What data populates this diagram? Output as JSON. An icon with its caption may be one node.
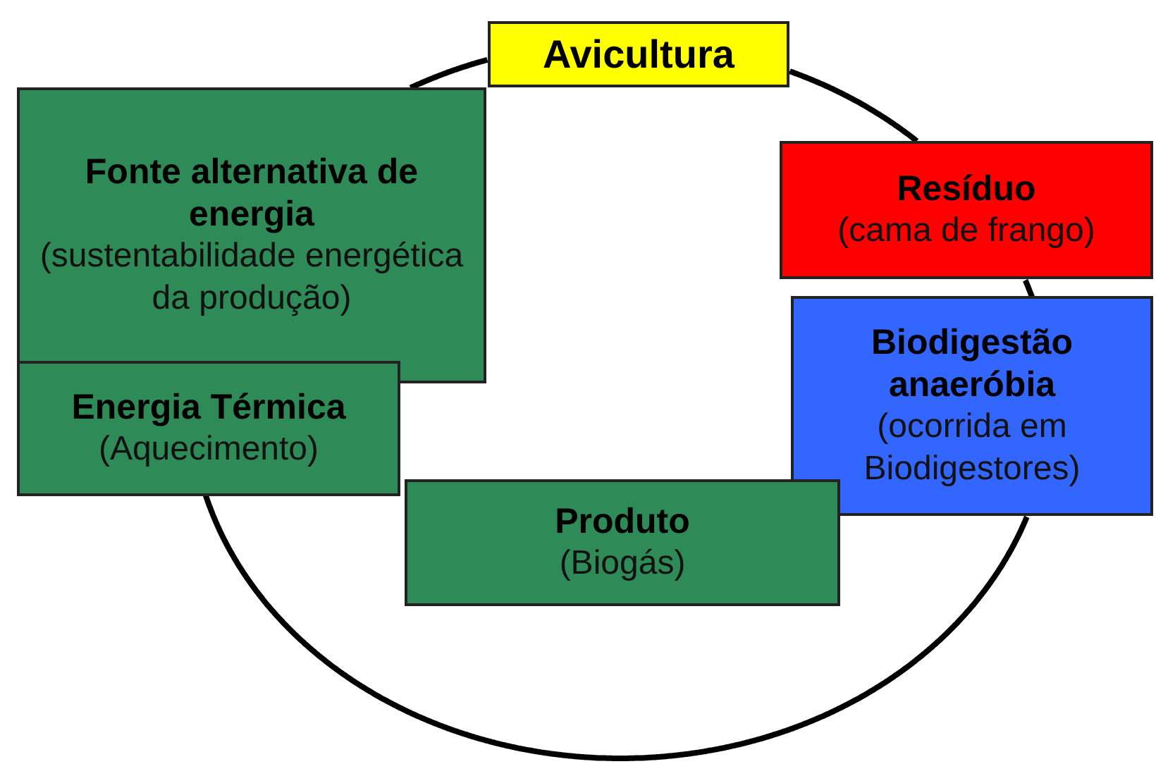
{
  "diagram": {
    "nodes": [
      {
        "text": [
          "Avicultura"
        ]
      },
      {
        "text": [
          "Fonte alternativa de energia",
          "(sustentabilidade energética da produção)"
        ]
      },
      {
        "text": [
          "Energia Térmica",
          "(Aquecimento)"
        ]
      },
      {
        "text": [
          "Resíduo",
          "(cama de frango)"
        ]
      },
      {
        "text": [
          "Biodigestão anaeróbia",
          "(ocorrida em Biodigestores)"
        ]
      },
      {
        "text": [
          "Produto",
          "(Biogás)"
        ]
      }
    ],
    "edges": [
      {
        "from": 0,
        "to": 3,
        "arrow": "none"
      },
      {
        "from": 3,
        "to": 4,
        "arrow": "none"
      },
      {
        "from": 4,
        "to": 2,
        "arrow": "none"
      },
      {
        "from": 0,
        "to": 1,
        "arrow": "none"
      }
    ]
  }
}
